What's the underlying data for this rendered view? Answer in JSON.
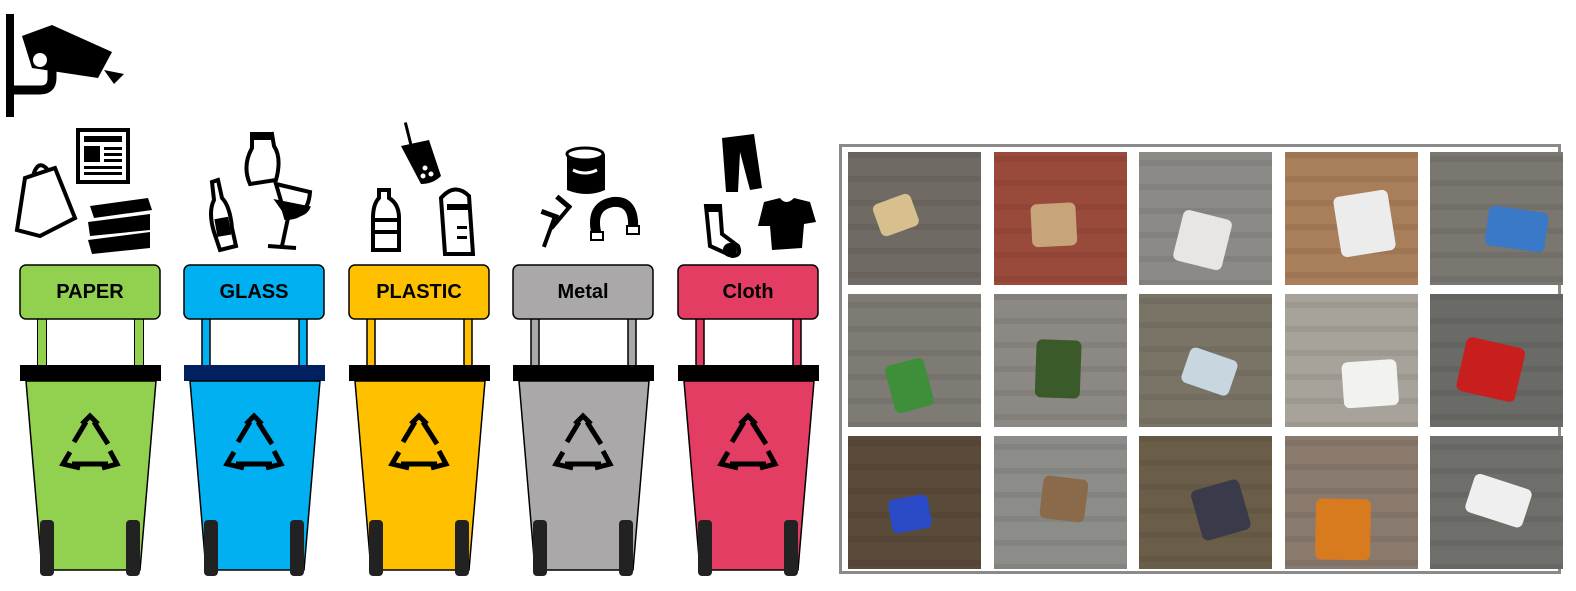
{
  "bins": [
    {
      "label": "PAPER",
      "color": "#92d050",
      "bar_color": "#000000",
      "icons": [
        "shopping-bag-icon",
        "newspaper-icon",
        "books-icon"
      ]
    },
    {
      "label": "GLASS",
      "color": "#00b0f0",
      "bar_color": "#002060",
      "icons": [
        "milk-bottle-icon",
        "wine-bottle-icon",
        "wine-glass-icon"
      ]
    },
    {
      "label": "PLASTIC",
      "color": "#ffc000",
      "bar_color": "#000000",
      "icons": [
        "bubble-tea-icon",
        "water-bottle-icon",
        "shaker-bottle-icon"
      ]
    },
    {
      "label": "Metal",
      "color": "#aaa8a8",
      "bar_color": "#000000",
      "icons": [
        "paint-can-icon",
        "nails-icon",
        "magnet-icon"
      ]
    },
    {
      "label": "Cloth",
      "color": "#e43d63",
      "bar_color": "#000000",
      "icons": [
        "pants-icon",
        "sock-icon",
        "t-shirt-icon"
      ]
    }
  ],
  "camera_icon": "cctv-camera-icon",
  "recycle_icon": "recycle-symbol-icon",
  "photo_grid": {
    "rows": 3,
    "cols": 5,
    "border_color": "#8a8a8a",
    "photos": [
      {
        "name": "photo-bags-and-boxes-by-door",
        "bg": "#6f6a63",
        "accent": "#d8c08e"
      },
      {
        "name": "photo-cardboard-on-brick-sidewalk",
        "bg": "#9a4a3a",
        "accent": "#c8a47a"
      },
      {
        "name": "photo-bags-and-styrofoam-box",
        "bg": "#8b8a86",
        "accent": "#e8e6e2"
      },
      {
        "name": "photo-white-box-by-brick-wall",
        "bg": "#a97e5a",
        "accent": "#ececec"
      },
      {
        "name": "photo-coolers-and-boxes-pile",
        "bg": "#7a7670",
        "accent": "#3a78c8"
      },
      {
        "name": "photo-plastic-bottle-on-concrete",
        "bg": "#7e7a74",
        "accent": "#3f8f3a"
      },
      {
        "name": "photo-green-glass-bottle",
        "bg": "#8c8883",
        "accent": "#3a5a2a"
      },
      {
        "name": "photo-plastic-litter-on-ground",
        "bg": "#7a7466",
        "accent": "#c8d6e0"
      },
      {
        "name": "photo-coffee-cups-on-ledge",
        "bg": "#a8a39a",
        "accent": "#f2f2f0"
      },
      {
        "name": "photo-soda-can-by-railing",
        "bg": "#6a6a66",
        "accent": "#c81e1e"
      },
      {
        "name": "photo-cigarette-pack-on-grass",
        "bg": "#5a4a3a",
        "accent": "#2a4ac8"
      },
      {
        "name": "photo-old-shoe-on-grate",
        "bg": "#8c8c88",
        "accent": "#8a6a4a"
      },
      {
        "name": "photo-plastic-bag-on-leaves",
        "bg": "#6a5e48",
        "accent": "#3a3a4a"
      },
      {
        "name": "photo-battery-on-quilted-surface",
        "bg": "#8a7a6e",
        "accent": "#d87a1e"
      },
      {
        "name": "photo-white-garbage-bag",
        "bg": "#6e6e6a",
        "accent": "#efefef"
      }
    ]
  }
}
